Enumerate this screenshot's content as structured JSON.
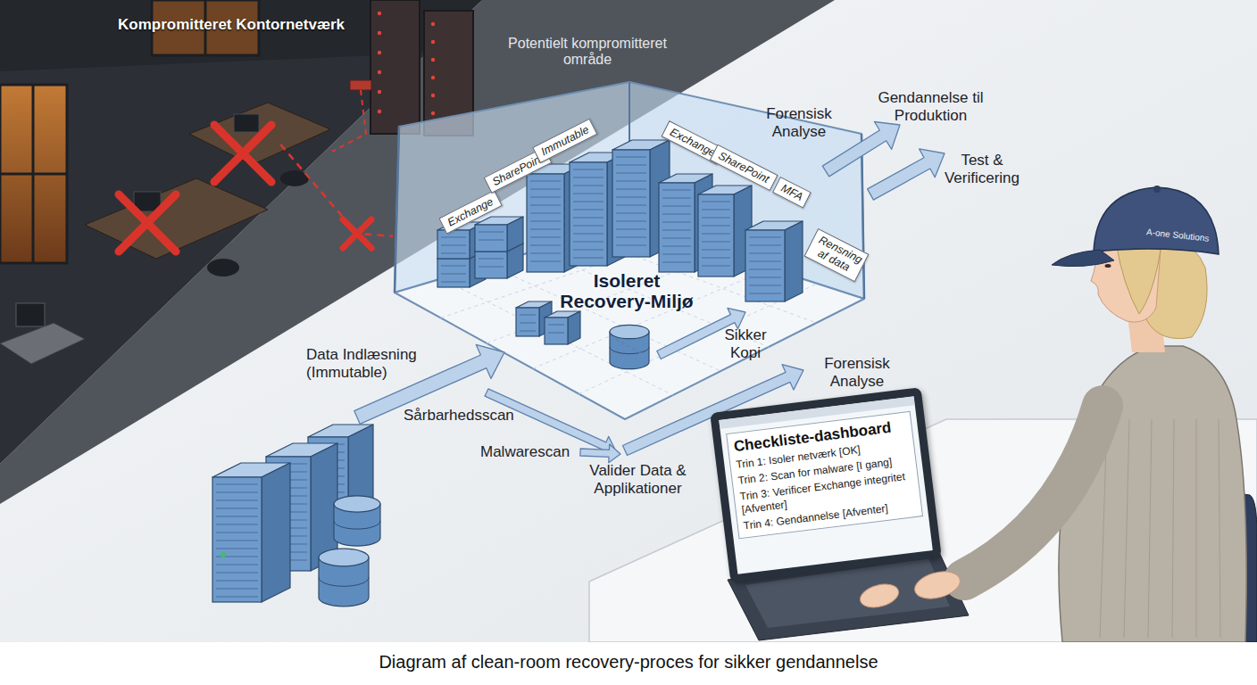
{
  "diagram": {
    "caption": "Diagram af clean-room recovery-proces for sikker gendannelse",
    "nodes": [
      {
        "text": [
          "Kompromitteret Kontornetværk"
        ]
      },
      {
        "text": [
          "Isoleret Recovery-Miljø"
        ]
      },
      {
        "text": [
          "Exchange"
        ],
        "in": 1
      },
      {
        "text": [
          "SharePoint"
        ],
        "in": 1
      },
      {
        "text": [
          "Immutable"
        ],
        "in": 1
      },
      {
        "text": [
          "Exchange"
        ],
        "in": 1
      },
      {
        "text": [
          "SharePoint"
        ],
        "in": 1
      },
      {
        "text": [
          "MFA"
        ],
        "in": 1
      },
      {
        "text": [
          "Rensning af data"
        ],
        "in": 1
      },
      {
        "text": [
          "Checkliste-dashboard",
          "Trin 1: Isoler netværk [OK]",
          "Trin 2: Scan for malware [I gang]",
          "Trin 3: Verificer Exchange integritet [Afventer]",
          "Trin 4: Gendannelse [Afventer]"
        ]
      }
    ],
    "edges": [
      {
        "from": 0,
        "to": 1,
        "arrow": "none"
      }
    ],
    "labels": [
      "Potentielt kompromitteret område",
      "Forensisk Analyse",
      "Gendannelse til Produktion",
      "Test & Verificering",
      "Sikker Kopi",
      "Forensisk Analyse",
      "Data Indlæsning (Immutable)",
      "Sårbarhedsscan",
      "Malwarescan",
      "Valider Data & Applikationer",
      "A-one Solutions"
    ]
  }
}
